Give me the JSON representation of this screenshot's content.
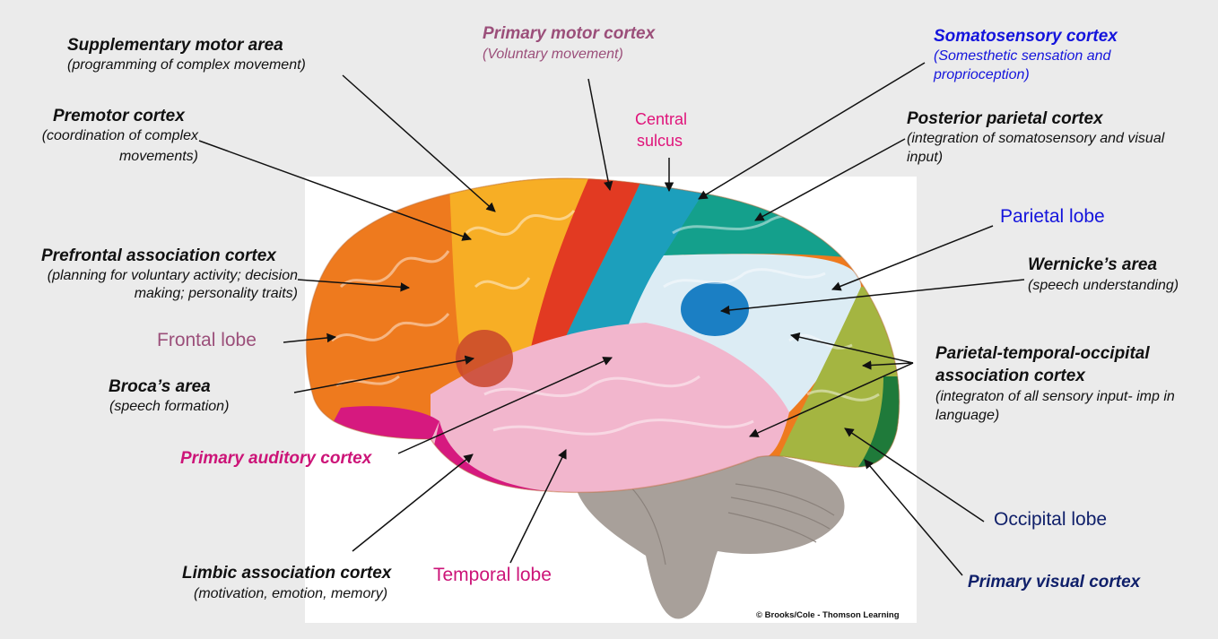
{
  "colors": {
    "background": "#ebebeb",
    "mauve": "#9b4f7a",
    "magenta": "#e0137a",
    "blue": "#1414dc",
    "navy": "#10206a",
    "black": "#111111",
    "frontal_orange": "#ee7a1e",
    "premotor_yellow": "#f7ae25",
    "motor_red": "#e23a22",
    "somatosensory_teal": "#1c9fbc",
    "parietal_green": "#14a08c",
    "temporal_pink": "#f2b6cd",
    "occipital_olive": "#a4b541",
    "brainstem_gray": "#a8a09a"
  },
  "labels": {
    "supplementary_title": "Supplementary motor area",
    "supplementary_desc": "(programming of complex movement)",
    "premotor_title": "Premotor cortex",
    "premotor_desc1": "(coordination of complex",
    "premotor_desc2": "movements)",
    "prefrontal_title": "Prefrontal association cortex",
    "prefrontal_desc1": "(planning for voluntary activity; decision",
    "prefrontal_desc2": "making; personality traits)",
    "frontal_lobe": "Frontal lobe",
    "broca_title": "Broca’s area",
    "broca_desc": "(speech formation)",
    "primary_auditory": "Primary auditory cortex",
    "limbic_title": "Limbic association cortex",
    "limbic_desc": "(motivation, emotion, memory)",
    "temporal_lobe": "Temporal lobe",
    "primary_motor_title": "Primary motor cortex",
    "primary_motor_desc": "(Voluntary movement)",
    "central_sulcus1": "Central",
    "central_sulcus2": "sulcus",
    "somatosensory_title": "Somatosensory cortex",
    "somatosensory_desc1": "(Somesthetic sensation and",
    "somatosensory_desc2": "proprioception)",
    "posterior_parietal_title": "Posterior parietal cortex",
    "posterior_parietal_desc1": "(integration of somatosensory and visual",
    "posterior_parietal_desc2": "input)",
    "parietal_lobe": "Parietal lobe",
    "wernicke_title": "Wernicke’s area",
    "wernicke_desc": "(speech  understanding)",
    "pto_title1": "Parietal-temporal-occipital",
    "pto_title2": "association cortex",
    "pto_desc1": "(integraton of all sensory input- imp in",
    "pto_desc2": "language)",
    "occipital_lobe": "Occipital lobe",
    "primary_visual": "Primary visual cortex",
    "copyright": "© Brooks/Cole - Thomson Learning"
  }
}
